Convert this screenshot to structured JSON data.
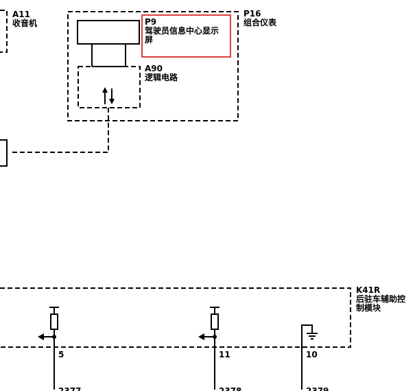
{
  "components": {
    "a11": {
      "code": "A11",
      "name": "收音机"
    },
    "p16": {
      "code": "P16",
      "name": "组合仪表"
    },
    "p9": {
      "code": "P9",
      "name_line1": "驾驶员信息中心显示",
      "name_line2": "屏"
    },
    "a90": {
      "code": "A90",
      "name": "逻辑电路"
    },
    "k41r": {
      "code": "K41R",
      "name_line1": "后驻车辅助控",
      "name_line2": "制模块"
    }
  },
  "pins": [
    {
      "number": "5",
      "wire": "2377"
    },
    {
      "number": "11",
      "wire": "2378"
    },
    {
      "number": "10",
      "wire": "2379"
    }
  ],
  "colors": {
    "line": "#000000",
    "highlight": "#d9413c"
  }
}
